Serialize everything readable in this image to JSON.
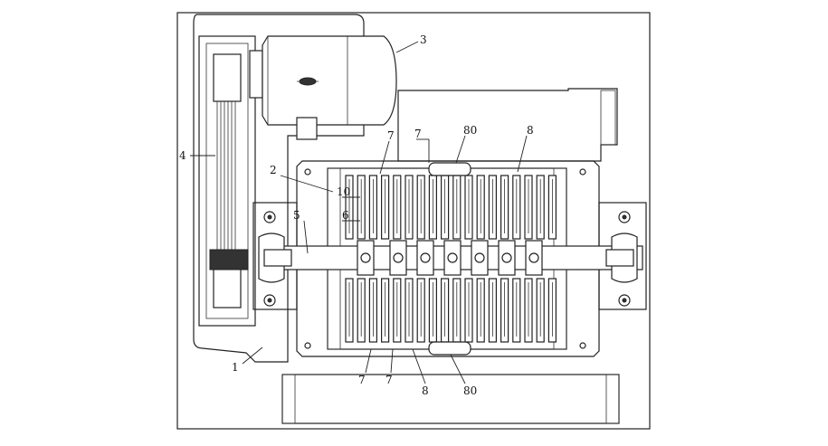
{
  "diagram": {
    "labels": {
      "motor": "3",
      "belt": "4",
      "frame": "1",
      "housing": "2",
      "shaft": "5",
      "disc": "6",
      "hammer_top_a": "7",
      "hammer_top_b": "7",
      "screen_top": "80",
      "screen_bottom": "80",
      "bar_top": "8",
      "bar_bottom": "8",
      "ring": "10",
      "hammer_bot_a": "7",
      "hammer_bot_b": "7"
    },
    "colors": {
      "line": "#222222",
      "background": "#ffffff"
    }
  }
}
